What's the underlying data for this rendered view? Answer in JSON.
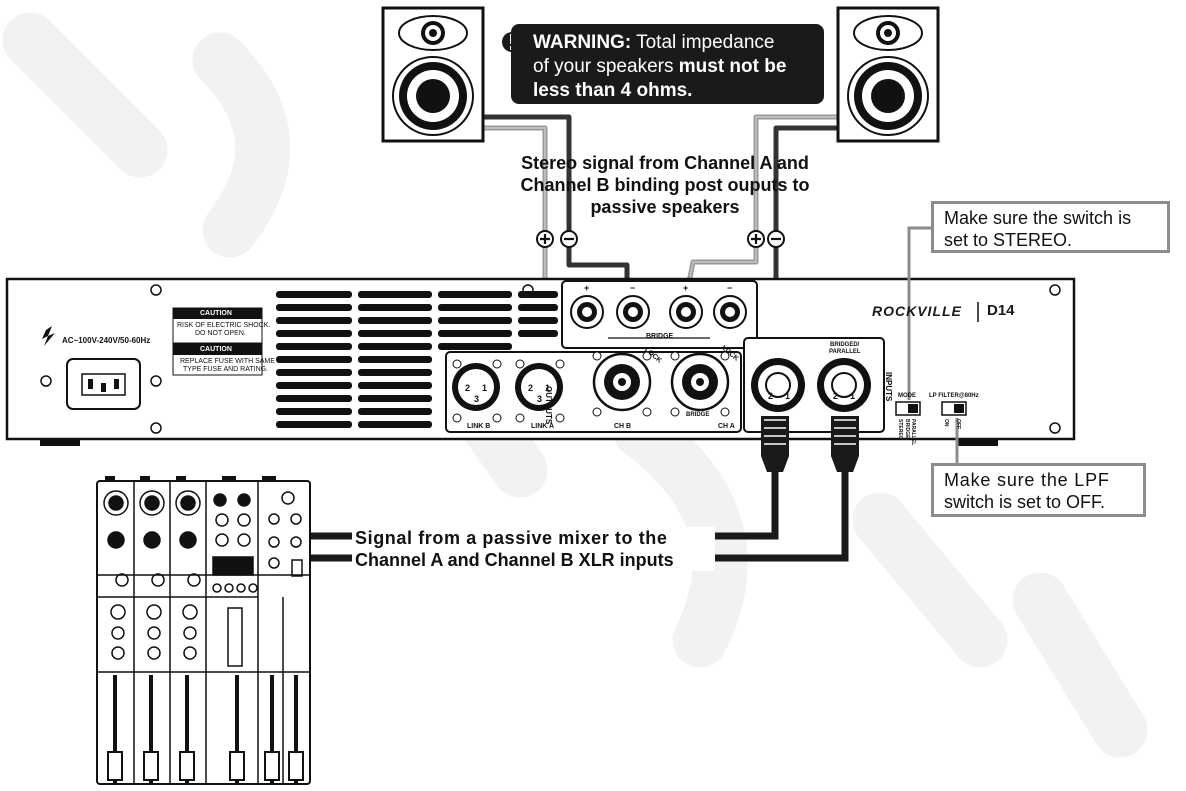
{
  "warning": {
    "lead": "WARNING:",
    "line1_rest": " Total impedance",
    "line2_a": "of your speakers ",
    "line2_b": "must not be",
    "line3": "less than 4 ohms."
  },
  "captions": {
    "stereo_signal": [
      "Stereo signal from Channel A and",
      "Channel B binding post ouputs to",
      "passive speakers"
    ],
    "mixer_signal": [
      "Signal from a passive mixer to the",
      "Channel A and Channel B XLR inputs"
    ]
  },
  "notes": {
    "mode_switch": [
      "Make sure the switch is",
      "set to STEREO."
    ],
    "lpf_switch": [
      "Make sure the LPF",
      "switch is set to OFF."
    ]
  },
  "amplifier": {
    "brand": "ROCKVILLE",
    "model": "D14",
    "power": "AC~100V-240V/50-60Hz",
    "caution1_title": "CAUTION",
    "caution1_text": [
      "RISK OF ELECTRIC SHOCK.",
      "DO NOT OPEN."
    ],
    "caution2_title": "CAUTION",
    "caution2_text": [
      "REPLACE FUSE WITH SAME",
      "TYPE FUSE AND RATING."
    ],
    "bridge_label": "BRIDGE",
    "outputs_label": "OUTPUTS",
    "inputs_label": "INPUTS",
    "link_b": "LINK B",
    "link_a": "LINK A",
    "ch_b": "CH B",
    "ch_a": "CH A",
    "lock": "LOCK",
    "bridge_small": "BRIDGE",
    "bridged_parallel": [
      "BRIDGED/",
      "PARALLEL"
    ],
    "mode": "MODE",
    "mode_opts": [
      "STEREO",
      "BRIDGE",
      "PARALLEL"
    ],
    "lp_filter": "LP FILTER@80Hz",
    "lp_opts": [
      "ON",
      "OFF"
    ],
    "xlr_pins": [
      "2",
      "1",
      "3"
    ]
  },
  "terminal_signs": {
    "plus": "+",
    "minus": "−"
  },
  "colors": {
    "ink": "#1a1a1a",
    "cable_dark": "#333333",
    "cable_light": "#9a9a9a",
    "note_border": "#8c8c8c",
    "watermark": "#f1f1f1"
  }
}
